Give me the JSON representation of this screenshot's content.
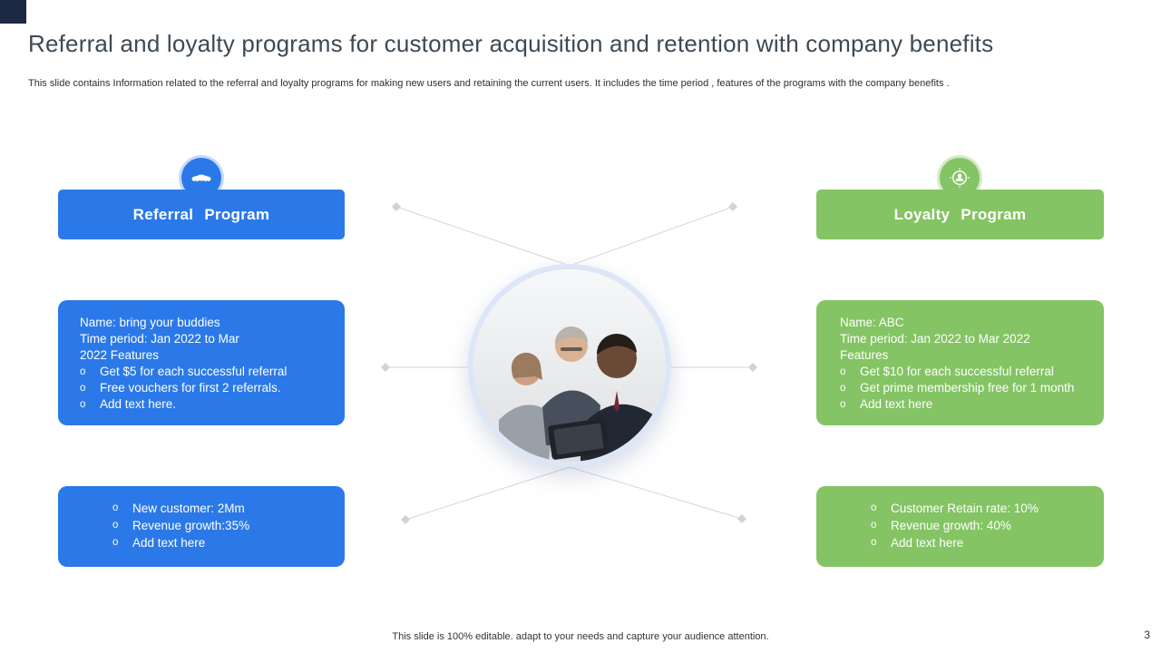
{
  "slide": {
    "title": "Referral and loyalty programs for customer acquisition and retention with company benefits",
    "subtitle": "This slide contains Information related to the referral and loyalty  programs for  making new users and retaining the current users. It includes the time period , features of the programs with the company benefits .",
    "footer": "This slide is 100% editable. adapt to your needs and capture your audience attention.",
    "page_number": "3"
  },
  "bullet_char": "o",
  "colors": {
    "primary_blue": "#2B79E8",
    "primary_green": "#84C464",
    "corner_navy": "#1D2842",
    "title_gray": "#3D4954",
    "connector_gray": "#D3D6DA",
    "photo_ring": "#DDE6F6"
  },
  "referral": {
    "header": "Referral Program",
    "icon": "handshake-icon",
    "details": {
      "line1": "Name: bring your buddies",
      "line2": "Time period: Jan 2022 to Mar",
      "line3": "2022 Features",
      "bullets": [
        "Get $5 for each successful referral",
        "Free vouchers for first 2 referrals.",
        "Add text here."
      ]
    },
    "benefits": [
      "New customer: 2Mm",
      "Revenue growth:35%",
      "Add text here"
    ]
  },
  "loyalty": {
    "header": "Loyalty Program",
    "icon": "member-badge-icon",
    "details": {
      "line1": "Name: ABC",
      "line2": "Time period: Jan 2022 to Mar 2022",
      "line3": "Features",
      "bullets": [
        "Get $10 for each successful referral",
        "Get prime membership free for 1 month",
        "Add text here"
      ]
    },
    "benefits": [
      "Customer Retain rate: 10%",
      "Revenue growth: 40%",
      "Add text here"
    ]
  }
}
